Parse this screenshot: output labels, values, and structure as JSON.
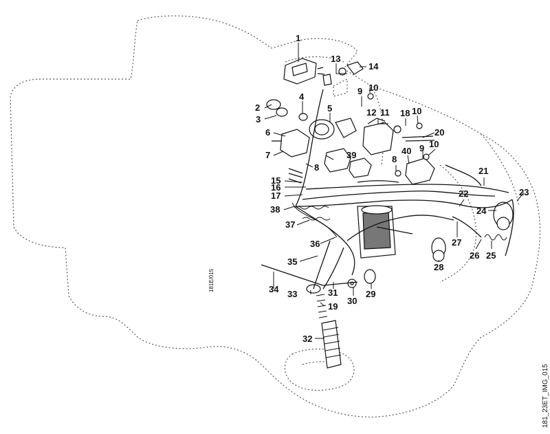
{
  "figure": {
    "code_vertical": "181_23ET_IMG_015",
    "code_inner": "181E/015"
  },
  "callouts": [
    {
      "id": "1",
      "label": "1"
    },
    {
      "id": "2",
      "label": "2"
    },
    {
      "id": "3",
      "label": "3"
    },
    {
      "id": "4",
      "label": "4"
    },
    {
      "id": "5",
      "label": "5"
    },
    {
      "id": "6",
      "label": "6"
    },
    {
      "id": "7",
      "label": "7"
    },
    {
      "id": "8a",
      "label": "8"
    },
    {
      "id": "8b",
      "label": "8"
    },
    {
      "id": "9a",
      "label": "9"
    },
    {
      "id": "9b",
      "label": "9"
    },
    {
      "id": "10a",
      "label": "10"
    },
    {
      "id": "10b",
      "label": "10"
    },
    {
      "id": "10c",
      "label": "10"
    },
    {
      "id": "11",
      "label": "11"
    },
    {
      "id": "12",
      "label": "12"
    },
    {
      "id": "13",
      "label": "13"
    },
    {
      "id": "14",
      "label": "14"
    },
    {
      "id": "15",
      "label": "15"
    },
    {
      "id": "16",
      "label": "16"
    },
    {
      "id": "17",
      "label": "17"
    },
    {
      "id": "18",
      "label": "18"
    },
    {
      "id": "19",
      "label": "19"
    },
    {
      "id": "20",
      "label": "20"
    },
    {
      "id": "21",
      "label": "21"
    },
    {
      "id": "22",
      "label": "22"
    },
    {
      "id": "23",
      "label": "23"
    },
    {
      "id": "24",
      "label": "24"
    },
    {
      "id": "25",
      "label": "25"
    },
    {
      "id": "26",
      "label": "26"
    },
    {
      "id": "27",
      "label": "27"
    },
    {
      "id": "28",
      "label": "28"
    },
    {
      "id": "29",
      "label": "29"
    },
    {
      "id": "30",
      "label": "30"
    },
    {
      "id": "31",
      "label": "31"
    },
    {
      "id": "32",
      "label": "32"
    },
    {
      "id": "33",
      "label": "33"
    },
    {
      "id": "34",
      "label": "34"
    },
    {
      "id": "35",
      "label": "35"
    },
    {
      "id": "36",
      "label": "36"
    },
    {
      "id": "37",
      "label": "37"
    },
    {
      "id": "38",
      "label": "38"
    },
    {
      "id": "39",
      "label": "39"
    },
    {
      "id": "40",
      "label": "40"
    }
  ]
}
